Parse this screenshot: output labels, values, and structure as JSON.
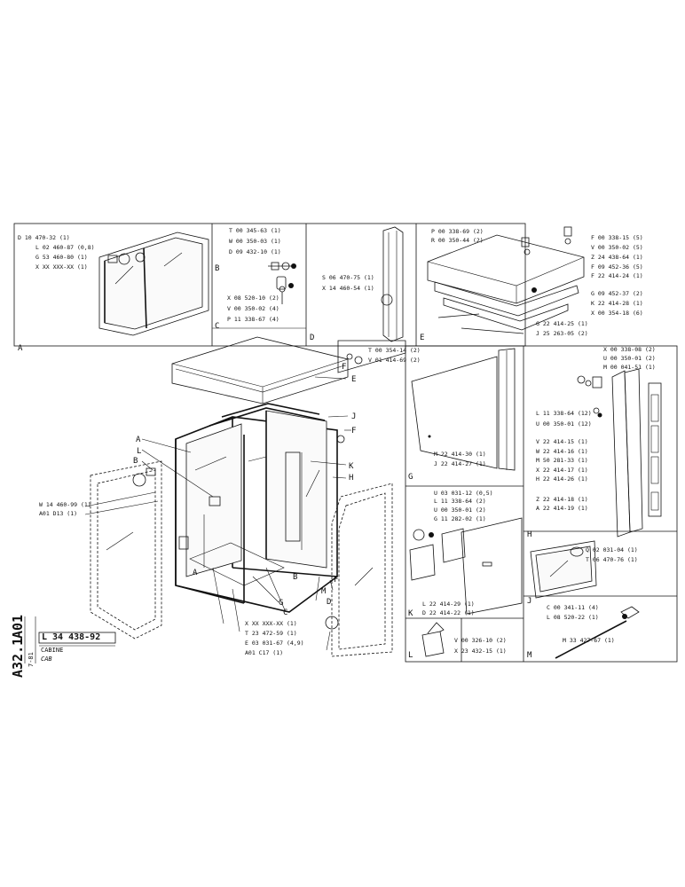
{
  "sheet": {
    "code_a": "A01",
    "code_b": "A32.1",
    "date": "7-81",
    "part_number": "L 34 438-92",
    "title_fr": "CABINE",
    "title_en": "CAB"
  },
  "panel_labels": [
    "A",
    "B",
    "C",
    "D",
    "E",
    "F",
    "G",
    "H",
    "J",
    "K",
    "L",
    "M"
  ],
  "panel_A": [
    "D 10 470-32 (1)",
    "L 02 460-87 (0,8)",
    "G 53 460-80 (1)",
    "X XX XXX-XX (1)"
  ],
  "panel_B": [
    "T 00 345-63 (1)",
    "W 00 350-03 (1)",
    "D 09 432-10 (1)"
  ],
  "panel_C": [
    "X 08 520-10 (2)",
    "V 00 350-02 (4)",
    "P 11 338-67 (4)"
  ],
  "panel_D": [
    "S 06 470-75 (1)",
    "X 14 460-54 (1)"
  ],
  "panel_E": [
    "P 00 338-69 (2)",
    "R 00 350-44 (2)",
    "F 00 338-15 (5)",
    "V 00 350-02 (5)",
    "Z 24 438-64 (1)",
    "F 09 452-36 (5)",
    "F 22 414-24 (1)",
    "G 09 452-37 (2)",
    "K 22 414-28 (1)",
    "X 00 354-18 (6)",
    "G 22 414-25 (1)",
    "J 25 263-05 (2)"
  ],
  "panel_F": [
    "T 00 354-14 (2)",
    "V 01 414-69 (2)"
  ],
  "panel_G": [
    "M 22 414-30 (1)",
    "J 22 414-27 (1)"
  ],
  "panel_H": [
    "X 00 338-08 (2)",
    "U 00 350-01 (2)",
    "M 00 041-51 (1)",
    "L 11 338-64 (12)",
    "U 00 350-01 (12)",
    "V 22 414-15 (1)",
    "W 22 414-16 (1)",
    "M 50 281-33 (1)",
    "X 22 414-17 (1)",
    "H 22 414-26 (1)",
    "Z 22 414-18 (1)",
    "A 22 414-19 (1)"
  ],
  "panel_K": [
    "U 03 031-12 (0,5)",
    "L 11 338-64 (2)",
    "U 00 350-01 (2)",
    "G 11 282-02 (1)",
    "L 22 414-29 (1)",
    "D 22 414-22 (1)"
  ],
  "panel_J": [
    "Q 02 031-04 (1)",
    "T 06 470-76 (1)"
  ],
  "panel_L": [
    "V 00 326-10 (2)",
    "X 23 432-15 (1)"
  ],
  "panel_M": [
    "C 00 341-11 (4)",
    "L 08 520-22 (1)",
    "M 33 427-67 (1)"
  ],
  "main_left": [
    "W 14 460-99 (1)",
    "A01 D13 (1)"
  ],
  "main_bottom": [
    "X XX XXX-XX (1)",
    "T 23 472-59 (1)",
    "E 03 031-67 (4,9)",
    "A01 C17 (1)"
  ]
}
